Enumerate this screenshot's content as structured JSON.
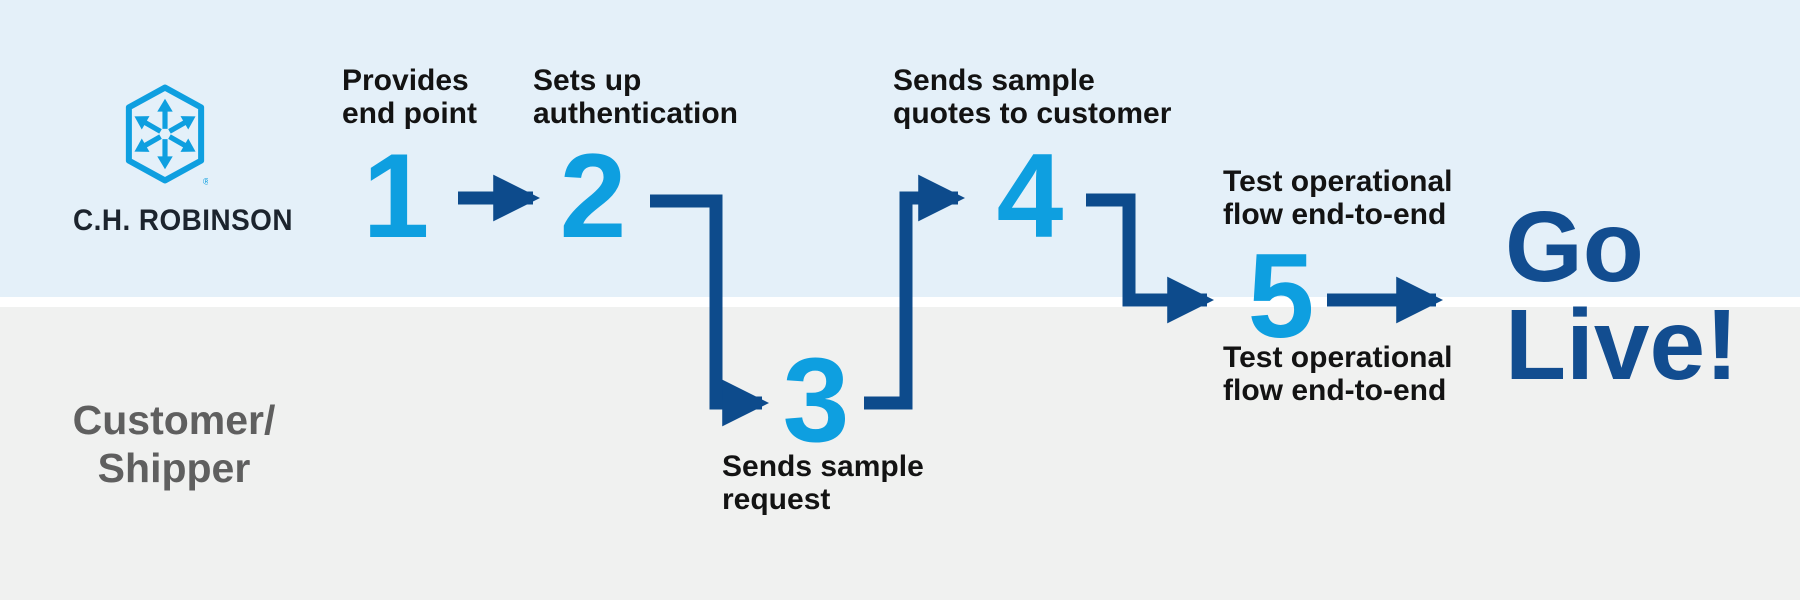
{
  "colors": {
    "lane_top": "#e4f0f9",
    "lane_bottom": "#f0f1f0",
    "divider": "#ffffff",
    "cyan": "#0e9fe0",
    "navy": "#0d4b8c",
    "go_live": "#124d90",
    "text": "#131313",
    "muted": "#5f5f5f",
    "brand_dark": "#1c242e"
  },
  "logo": {
    "brand": "C.H. ROBINSON",
    "registered": "®"
  },
  "lanes": {
    "bottom_label_lines": [
      "Customer/",
      "Shipper"
    ]
  },
  "steps": [
    {
      "number": "1",
      "label_lines": [
        "Provides",
        "end point"
      ]
    },
    {
      "number": "2",
      "label_lines": [
        "Sets up",
        "authentication"
      ]
    },
    {
      "number": "3",
      "label_lines": [
        "Sends sample",
        "request"
      ]
    },
    {
      "number": "4",
      "label_lines": [
        "Sends sample",
        "quotes to customer"
      ]
    },
    {
      "number": "5",
      "label_top_lines": [
        "Test operational",
        "flow end-to-end"
      ],
      "label_bottom_lines": [
        "Test operational",
        "flow end-to-end"
      ]
    }
  ],
  "outcome": {
    "line1": "Go",
    "line2": "Live!"
  }
}
